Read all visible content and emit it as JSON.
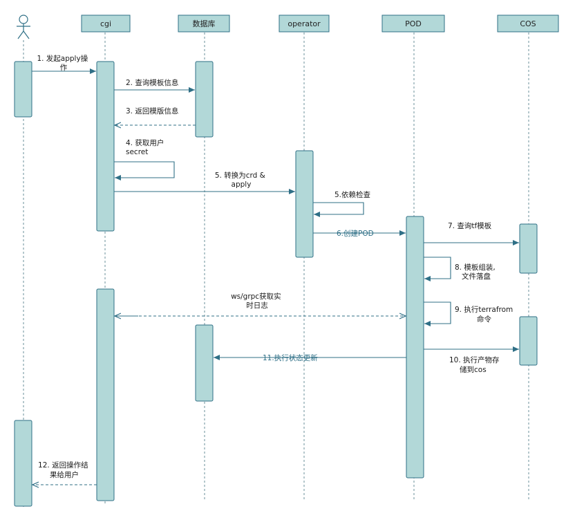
{
  "participants": {
    "user": "",
    "cgi": "cgi",
    "db": "数据库",
    "operator": "operator",
    "pod": "POD",
    "cos": "COS"
  },
  "messages": {
    "m1": [
      "1. 发起apply操",
      "作"
    ],
    "m2": [
      "2. 查询模板信息"
    ],
    "m3": [
      "3. 返回模版信息"
    ],
    "m4": [
      "4. 获取用户",
      "secret"
    ],
    "m5": [
      "5. 转换为crd &",
      "apply"
    ],
    "m5b": [
      "5.依赖检查"
    ],
    "m6": [
      "6.创建POD"
    ],
    "m7": [
      "7. 查询tf模板"
    ],
    "m8": [
      "8. 模板组装,",
      "文件落盘"
    ],
    "m_ws": [
      "ws/grpc获取实",
      "时日志"
    ],
    "m9": [
      "9. 执行terrafrom",
      "命令"
    ],
    "m11": [
      "11.执行状态更新"
    ],
    "m10": [
      "10. 执行产物存",
      "储到cos"
    ],
    "m12": [
      "12. 返回操作结",
      "果给用户"
    ]
  },
  "colors": {
    "box_fill": "#b2d8d8",
    "box_stroke": "#2f6f86",
    "line": "#2f6f86",
    "lifeline": "#6a8f98"
  }
}
